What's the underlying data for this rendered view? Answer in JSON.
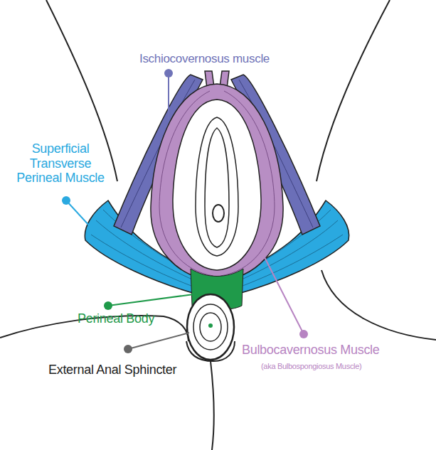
{
  "diagram": {
    "labels": [
      "Ischiocovernosus muscle",
      "Superficial Transverse Perineal Muscle",
      "Perineal Body",
      "External Anal Sphincter",
      "Bulbocavernosus Muscle",
      "(aka Bulbospongiosus Muscle)"
    ]
  }
}
